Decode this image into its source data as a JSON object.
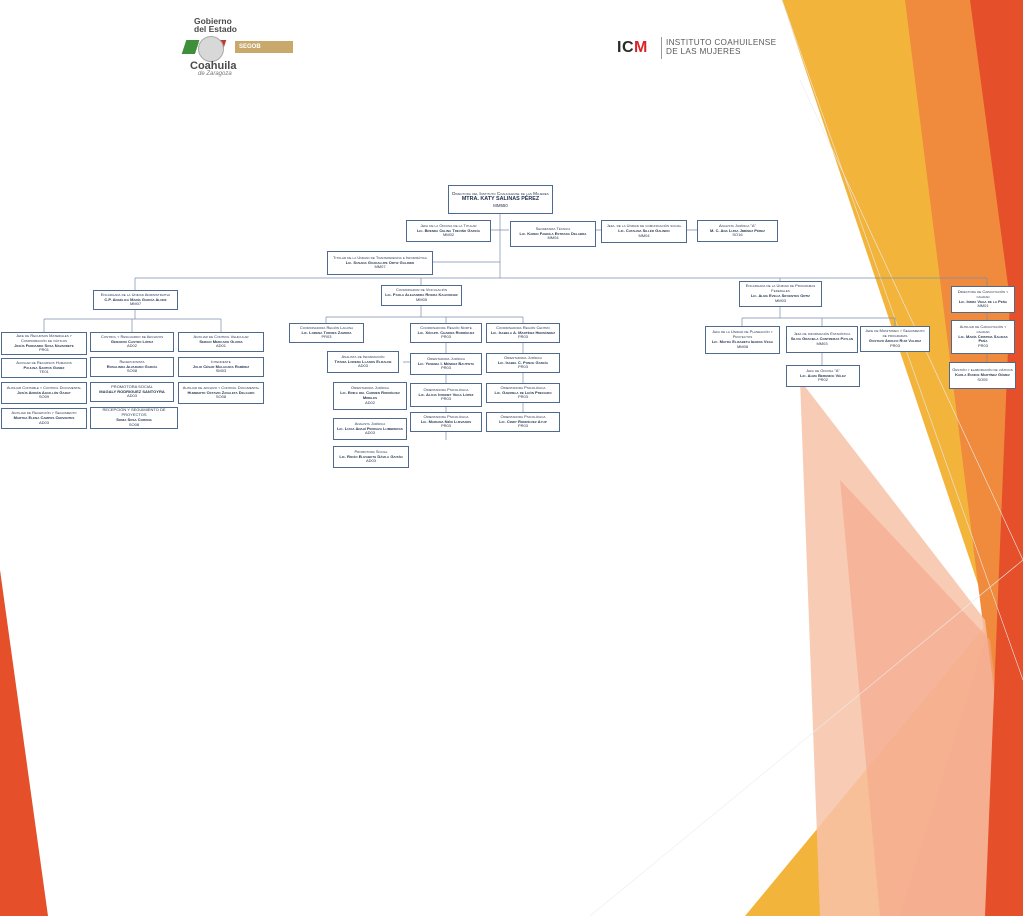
{
  "colors": {
    "box_border": "#4f6a8c",
    "text": "#1f2f4a",
    "orange_dark": "#e54f2a",
    "orange": "#f08a3c",
    "yellow": "#f3b43c",
    "peach": "#f7c2a8"
  },
  "logos": {
    "left": {
      "line1": "Gobierno",
      "line2": "del Estado",
      "segob": "SEGOB",
      "state": "Coahuila",
      "sub": "de Zaragoza"
    },
    "right": {
      "acronym_a": "IC",
      "acronym_b": "M",
      "line1": "INSTITUTO COAHUILENSE",
      "line2": "DE LAS MUJERES"
    }
  },
  "nodes": {
    "directora": {
      "title": "Directora del Instituto Coahuilense de las Mujeres",
      "name": "MTRA. KATY SALINAS PÉREZ",
      "code": "MM550"
    },
    "jefa_titular": {
      "title": "Jefa de la Oficina de la Titular",
      "name": "Lic. Brenda Celina Treviño García",
      "code": "MM02"
    },
    "secretaria": {
      "title": "Secretaria Técnica",
      "name": "Lic. Karen Fabiola Estrada Delabra",
      "code": "MM04"
    },
    "jefa_comunicacion": {
      "title": "Jefa. de la Unidad de comunicación social",
      "name": "Lic. Catalina Sillér Galindo",
      "code": "MM04"
    },
    "analista_juridica_top": {
      "title": "Analista Jurídica \"A\"",
      "name": "M. C. Ana Luisa Jiménez Pérez",
      "code": "SO16"
    },
    "transparencia": {
      "title": "Titular de la Unidad de Transparencia e Informática",
      "name": "Lic. Susana Guadalupe Ortiz Galindo",
      "code": "MM07"
    },
    "administrativa": {
      "title": "Encargada de la Unidad Administrativa",
      "name": "C.P. Angélica María García Alonz",
      "code": "MM07"
    },
    "vinculacion": {
      "title": "Coordinador de Vinculación",
      "name": "Lic. Paola Alejandra Rivera Kalionchiz",
      "code": "MM05"
    },
    "programas_federales": {
      "title": "Encargada de la Unidad de Programas Federales",
      "name": "Lic. Alma Evelia Sifuentes Ortiz",
      "code": "MM03"
    },
    "capacitacion_dir": {
      "title": "Directora de Capacitación y calidad",
      "name": "Lic. Indra Vega de la Peña",
      "code": "MM01"
    },
    "recursos_materiales": {
      "title": "Jefe de Recursos Materiales y Comprobación de viáticos",
      "name": "Jesús Fernando Sosa Navarrete",
      "code": "PR01"
    },
    "archivos": {
      "title": "Control y Resguardo de Archivos",
      "name": "Gerardo Castro López",
      "code": "AD02"
    },
    "vehicular": {
      "title": "Auxiliar de Control Vehicular",
      "name": "Sergio Mercado Gloria",
      "code": "AD01"
    },
    "recursos_humanos": {
      "title": "Auxiliar de Recursos Humanos",
      "name": "Paulina Santos Gamez",
      "code": "TE01"
    },
    "recepcionista": {
      "title": "Recepcionista",
      "name": "Rosalinda Alvarado García",
      "code": "SO08"
    },
    "intendente": {
      "title": "Intendente",
      "name": "Julio César Malacara Ramírez",
      "code": "SM03"
    },
    "contable": {
      "title": "Auxiliar Contable y Control Documental",
      "name": "Jesús Adrián Aguillón Garay",
      "code": "SO09"
    },
    "promotora_social_adm": {
      "title": "PROMOTORA SOCIAL",
      "name": "MAGALY RODRIGUEZ SANTOYRA",
      "code": "AD03"
    },
    "aux_archivo": {
      "title": "Auxiliar de archivo y Control Documental",
      "name": "Humberto Octavio Zavaleta Delgado",
      "code": "SO08"
    },
    "recepcion_seguimiento": {
      "title": "Auxiliar de Recepción y Seguimiento",
      "name": "Martha Elena Campos Cervantes",
      "code": "AD03"
    },
    "recepcion_proyectos": {
      "title": "RECEPCIÓN Y SEGUIMIENTO DE PROYECTOS",
      "name": "Sonia Sosa Corona",
      "code": "SO08"
    },
    "coord_laguna": {
      "title": "Coordinadora Región Laguna",
      "name": "Lic. Lorena Torres Zamora",
      "code": "PR03"
    },
    "coord_norte": {
      "title": "Coordinadora Región Norte",
      "name": "Lic. Xóchitl Chaires Rodríguez",
      "code": "PR03"
    },
    "coord_centro": {
      "title": "Coordinadora Región Centro",
      "name": "Lic. Isabela A. Martínez Hernández",
      "code": "PR03"
    },
    "analista_informacion": {
      "title": "Analista de Información",
      "name": "Titania Lorena Llanos Elizalde",
      "code": "AD03"
    },
    "orientadora_juridica_1": {
      "title": "Orientadora Jurídica",
      "name": "Lic. Yesenia I. Méndez Bautista",
      "code": "PR03"
    },
    "orientadora_juridica_2": {
      "title": "Orientadora Jurídica",
      "name": "Lic. Isabel C. Ponce García",
      "code": "PR03"
    },
    "orientadora_juridica_3": {
      "title": "Orientadora Jurídica",
      "name": "Lic. Erika del Carmen Rodríguez Mireles",
      "code": "AD02"
    },
    "orientadora_psicologica_1": {
      "title": "Orientadora Psicológica",
      "name": "Lic. Alicia Ivonnet Vega López",
      "code": "PR03"
    },
    "orientadora_psicologica_2": {
      "title": "Orientadora Psicológica",
      "name": "Lic. Gabriela de León Preciado",
      "code": "PR03"
    },
    "analista_juridica_2": {
      "title": "Analista Jurídica",
      "name": "Lic. Lucia Anahí Pedraza Lumbreras",
      "code": "AD03"
    },
    "orientadora_psicologica_3": {
      "title": "Orientadora Psicológica",
      "name": "Lic. Mariana Niño Luevanos",
      "code": "PR03"
    },
    "orientadora_psicologica_4": {
      "title": "Orientadora Psicológica",
      "name": "Lic. Cindy Rodríguez Ayup",
      "code": "PR03"
    },
    "promotora_social_vin": {
      "title": "Promotora Social",
      "name": "Lic. Rocío Elizabeth Dávila Gaitán",
      "code": "AD03"
    },
    "planeacion": {
      "title": "Jefa de la Unidad de Planeación y Proyectos",
      "name": "Lic. Mayra Elizabeth Ibarra Vega",
      "code": "MM08"
    },
    "estadistica": {
      "title": "Jefa de información Estadística",
      "name": "Silvia Graciela Contreras Patlan",
      "code": "MM03"
    },
    "monitoreo": {
      "title": "Jefe de Monitoreo y Seguimiento de programas",
      "name": "Gustavo Adolfo Ruiz Valdez",
      "code": "PR03"
    },
    "jefa_oficina": {
      "title": "Jefa de Oficina \"A\"",
      "name": "Lic. Alma Berenice Vélez",
      "code": "PR02"
    },
    "aux_capacitacion": {
      "title": "Auxiliar de Capacitación y calidad",
      "name": "Lic. María Cristina Salinas Peña",
      "code": "PR03"
    },
    "viaticos": {
      "title": "Gestión y elaboración de viáticos",
      "name": "Karla Eunice Martínez Gómez",
      "code": "SO05"
    }
  }
}
